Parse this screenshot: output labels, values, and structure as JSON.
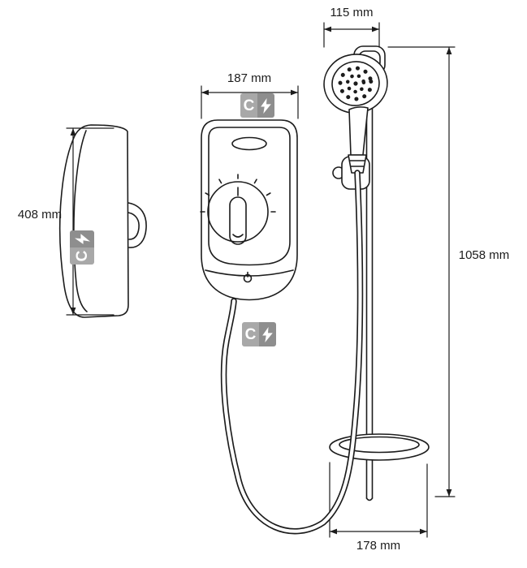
{
  "dimensions": {
    "head_width": "115 mm",
    "unit_width": "187 mm",
    "unit_height": "408 mm",
    "rail_height": "1058 mm",
    "shelf_width": "178 mm"
  },
  "badge": {
    "label": "C",
    "icon": "lightning-bolt"
  },
  "colors": {
    "line": "#1c1c1c",
    "badge_gray_light": "#a8a8a8",
    "badge_gray_dark": "#8e8e8e",
    "badge_glyph": "#ffffff",
    "background": "#ffffff"
  }
}
